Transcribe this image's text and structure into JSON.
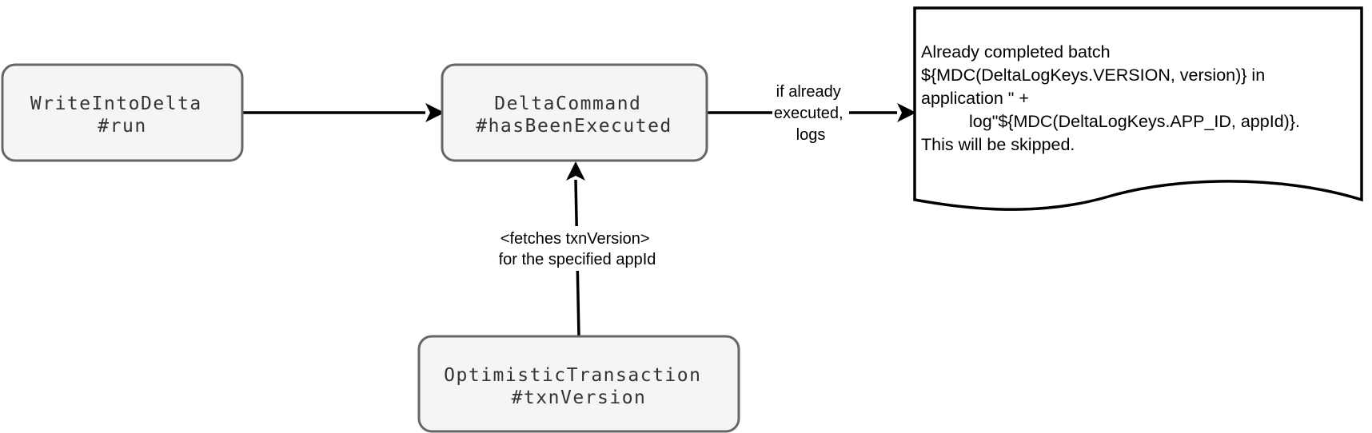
{
  "nodes": {
    "write_into_delta": {
      "line1": "WriteIntoDelta",
      "line2": "#run"
    },
    "delta_command": {
      "line1": "DeltaCommand",
      "line2": "#hasBeenExecuted"
    },
    "optimistic_transaction": {
      "line1": "OptimisticTransaction",
      "line2": "#txnVersion"
    }
  },
  "edges": {
    "fetch_label": {
      "line1": "<fetches txnVersion>",
      "line2": "for the specified appId"
    },
    "logs_label": {
      "line1": "if already",
      "line2": "executed,",
      "line3": "logs"
    }
  },
  "log_note": {
    "line1": "Already completed batch",
    "line2": "${MDC(DeltaLogKeys.VERSION, version)} in",
    "line3": "application \" +",
    "line4": "log\"${MDC(DeltaLogKeys.APP_ID, appId)}.",
    "line5": "This will be skipped."
  },
  "colors": {
    "box_fill": "#f5f5f5",
    "box_stroke": "#666666",
    "box_text": "#333333",
    "edge": "#000000"
  }
}
